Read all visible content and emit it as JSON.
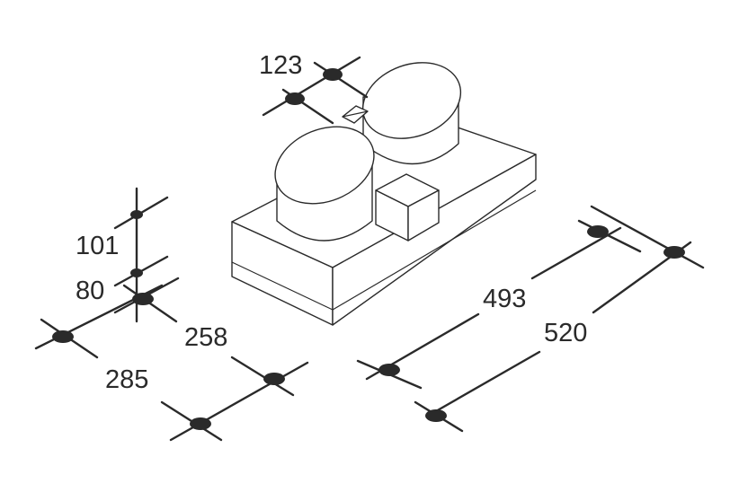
{
  "dimensions": {
    "spigot_spacing": "123",
    "height_total": "101",
    "height_body": "80",
    "depth_inner": "258",
    "depth_outer": "285",
    "width_inner": "493",
    "width_outer": "520"
  },
  "colors": {
    "line": "#2a2a2a",
    "background": "#ffffff"
  }
}
